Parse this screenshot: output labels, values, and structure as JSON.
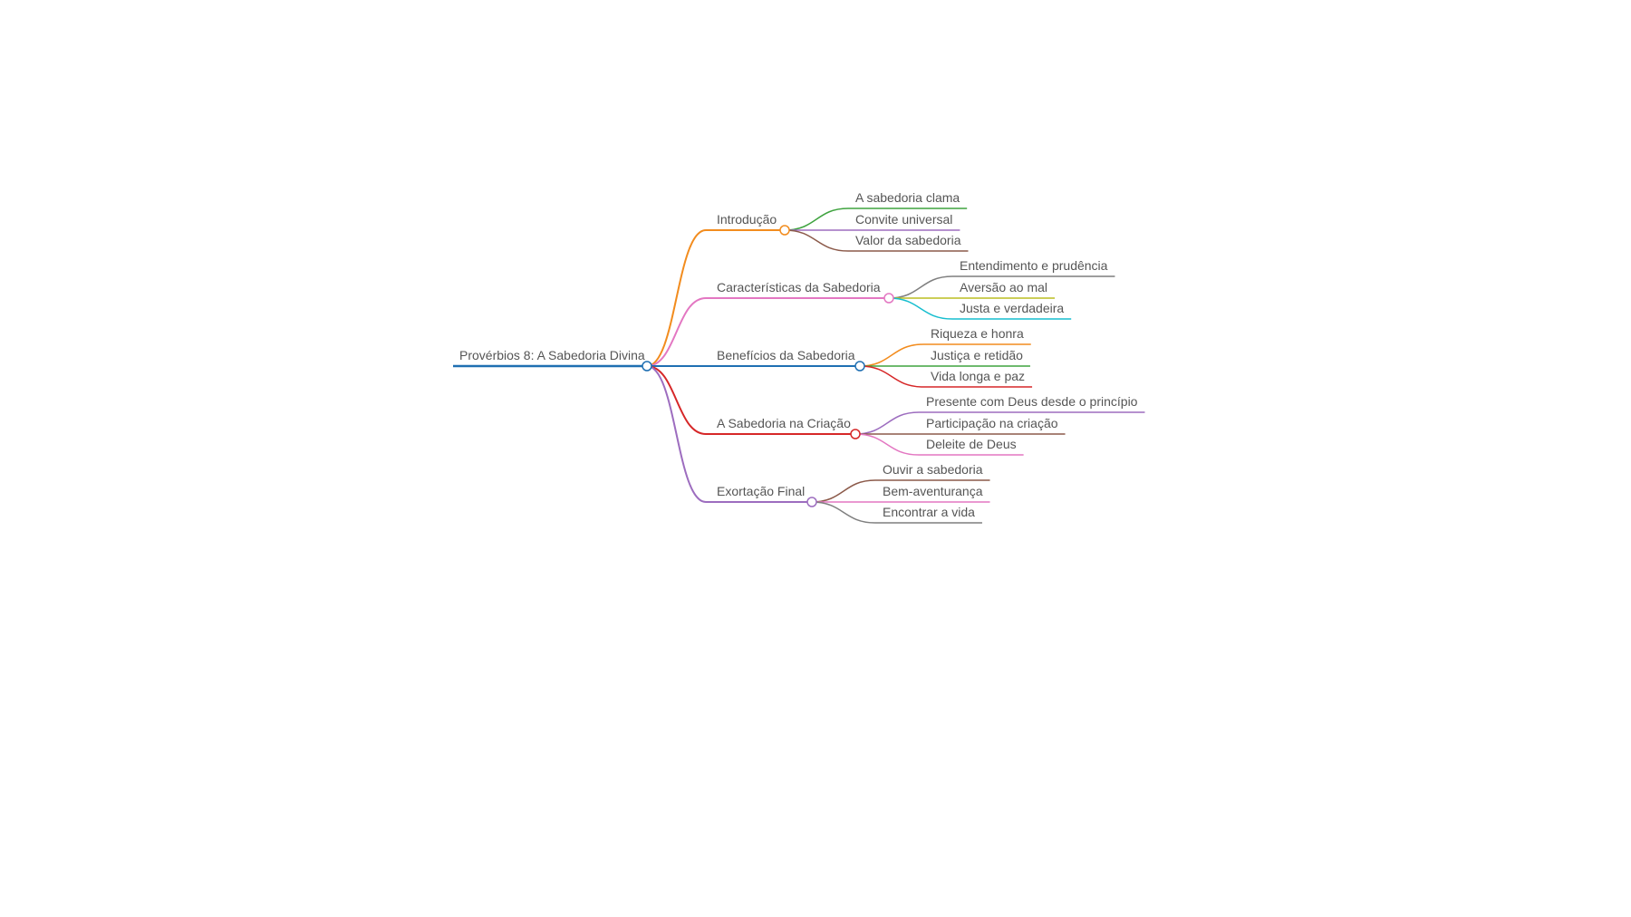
{
  "root": {
    "label": "Provérbios 8: A Sabedoria Divina",
    "color": "#1f6fb2"
  },
  "branches": [
    {
      "label": "Introdução",
      "color": "#f28c1e",
      "children": [
        {
          "label": "A sabedoria clama",
          "color": "#3fa33f"
        },
        {
          "label": "Convite universal",
          "color": "#9d6dbf"
        },
        {
          "label": "Valor da sabedoria",
          "color": "#8c5a4a"
        }
      ]
    },
    {
      "label": "Características da Sabedoria",
      "color": "#e377c2",
      "children": [
        {
          "label": "Entendimento e prudência",
          "color": "#7f7f7f"
        },
        {
          "label": "Aversão ao mal",
          "color": "#bcbd22"
        },
        {
          "label": "Justa e verdadeira",
          "color": "#17becf"
        }
      ]
    },
    {
      "label": "Benefícios da Sabedoria",
      "color": "#1f6fb2",
      "children": [
        {
          "label": "Riqueza e honra",
          "color": "#f28c1e"
        },
        {
          "label": "Justiça e retidão",
          "color": "#3fa33f"
        },
        {
          "label": "Vida longa e paz",
          "color": "#d62728"
        }
      ]
    },
    {
      "label": "A Sabedoria na Criação",
      "color": "#d62728",
      "children": [
        {
          "label": "Presente com Deus desde o princípio",
          "color": "#9d6dbf"
        },
        {
          "label": "Participação na criação",
          "color": "#8c5a4a"
        },
        {
          "label": "Deleite de Deus",
          "color": "#e377c2"
        }
      ]
    },
    {
      "label": "Exortação Final",
      "color": "#9d6dbf",
      "children": [
        {
          "label": "Ouvir a sabedoria",
          "color": "#8c5a4a"
        },
        {
          "label": "Bem-aventurança",
          "color": "#e377c2"
        },
        {
          "label": "Encontrar a vida",
          "color": "#7f7f7f"
        }
      ]
    }
  ]
}
